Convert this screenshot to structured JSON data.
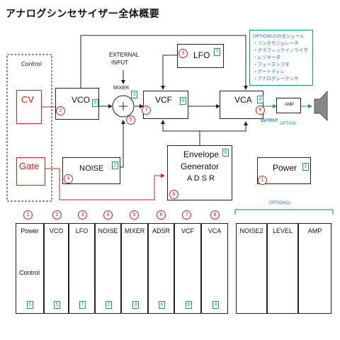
{
  "title": "アナログシンセサイザー全体概要",
  "control_label": "Control",
  "cv_label": "CV",
  "gate_label": "Gate",
  "external_input_line1": "EXTERNAL",
  "external_input_line2": "INPUT",
  "mixer_label": "MIXER",
  "modules": {
    "vco": {
      "name": "VCO",
      "num": "5",
      "circle": "2"
    },
    "lfo": {
      "name": "LFO",
      "num": "7",
      "circle": "3"
    },
    "vcf": {
      "name": "VCF",
      "num": "8",
      "circle": "7"
    },
    "vca": {
      "name": "VCA",
      "num": "4",
      "circle": "8"
    },
    "mixer": {
      "num": "3",
      "circle": "5"
    },
    "noise": {
      "name": "NOISE",
      "num": "2",
      "circle": "4"
    },
    "envelope": {
      "line1": "Envelope",
      "line2": "Generator",
      "line3": "A D S R",
      "num": "6",
      "circle": "6"
    },
    "power": {
      "name": "Power",
      "num": "1",
      "circle": "1"
    },
    "amp": {
      "name": "AMP"
    }
  },
  "output_label": "OUTPUT",
  "option_label": "OPTION",
  "option_note": {
    "heading": "OPTION(2)のモジュール",
    "items": [
      "・リングモジュレータ",
      "・グラフィックイノライザ",
      "・レゾネータ",
      "・フェーズシフタ",
      "・ゲートディレ",
      "・アナログシーケンサ"
    ]
  },
  "option1_label": "OPTION(1)",
  "panels": [
    {
      "name": "Power",
      "sub": "Control",
      "num": "1",
      "circle": "1"
    },
    {
      "name": "VCO",
      "sub": "",
      "num": "5",
      "circle": "2"
    },
    {
      "name": "LFO",
      "sub": "",
      "num": "7",
      "circle": "3"
    },
    {
      "name": "NOISE",
      "sub": "",
      "num": "2",
      "circle": "4"
    },
    {
      "name": "MIXER",
      "sub": "",
      "num": "3",
      "circle": "5"
    },
    {
      "name": "ADSR",
      "sub": "",
      "num": "6",
      "circle": "6"
    },
    {
      "name": "VCF",
      "sub": "",
      "num": "8",
      "circle": "7"
    },
    {
      "name": "VCA",
      "sub": "",
      "num": "4",
      "circle": "8"
    }
  ],
  "option_panels": [
    {
      "name": "NOISE2"
    },
    {
      "name": "LEVEL"
    },
    {
      "name": "AMP"
    }
  ],
  "colors": {
    "red": "#d02020",
    "green": "#1a9a6a",
    "blue": "#1a6faf",
    "line": "#222222"
  }
}
